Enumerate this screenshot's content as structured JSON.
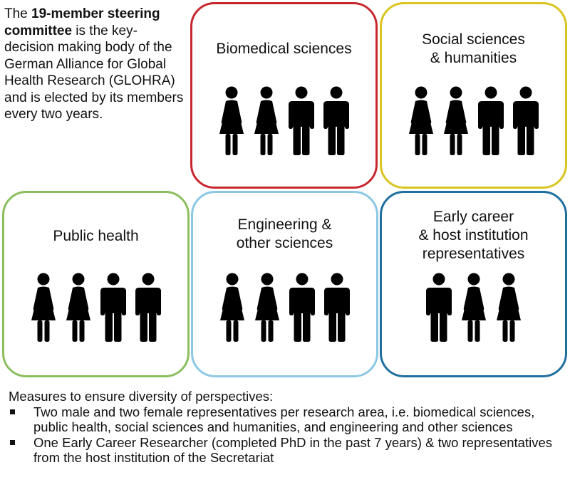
{
  "intro": {
    "bold": "19-member steering committee",
    "prefix": "The ",
    "suffix": " is the key-decision making body of the German Alliance for Global Health Research (GLOHRA) and is elected by its members every two years."
  },
  "cards": [
    {
      "id": "biomedical",
      "title": "Biomedical sciences",
      "color": "#c8262e",
      "people": [
        "female",
        "female",
        "male",
        "male"
      ]
    },
    {
      "id": "social",
      "title": "Social sciences\n& humanities",
      "color": "#d9c51f",
      "people": [
        "female",
        "female",
        "male",
        "male"
      ]
    },
    {
      "id": "public-health",
      "title": "Public health",
      "color": "#8bbf5e",
      "people": [
        "female",
        "female",
        "male",
        "male"
      ]
    },
    {
      "id": "engineering",
      "title": "Engineering &\nother sciences",
      "color": "#8cc8e4",
      "people": [
        "female",
        "female",
        "male",
        "male"
      ]
    },
    {
      "id": "early-career",
      "title": "Early career\n& host institution\nrepresentatives",
      "color": "#1f6f9f",
      "people": [
        "male",
        "female",
        "female"
      ]
    }
  ],
  "measures": {
    "heading": "Measures to ensure diversity of perspectives:",
    "items": [
      "Two male and two female representatives per research area, i.e. biomedical sciences, public health, social sciences and humanities, and engineering and other sciences",
      "One Early Career Researcher (completed PhD in the past 7 years) & two representatives from the host institution of the Secretariat"
    ]
  },
  "icons": {
    "female": "female-person-icon",
    "male": "male-person-icon"
  }
}
